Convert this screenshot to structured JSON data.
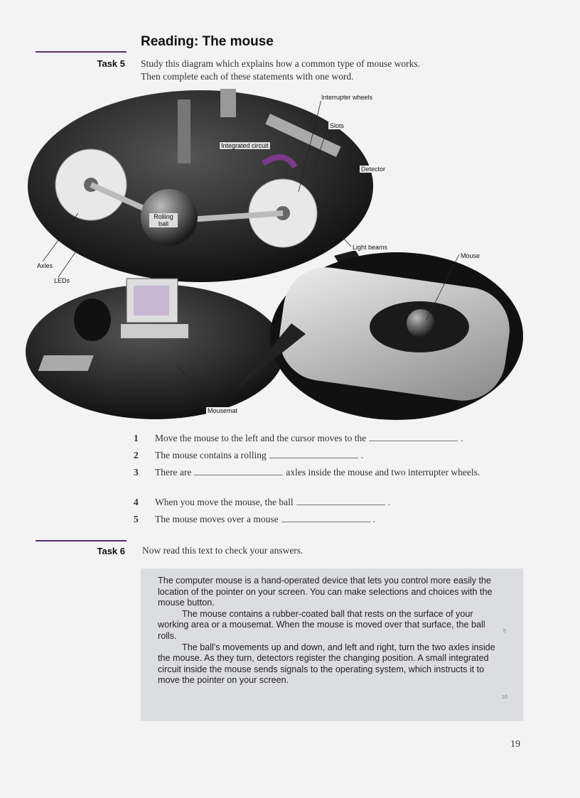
{
  "heading": "Reading: The mouse",
  "task5": {
    "label": "Task 5",
    "instructions": [
      "Study this diagram which explains how a common type of mouse works.",
      "Then complete each of these statements with one word."
    ]
  },
  "diagram_labels": {
    "interrupter_wheels": "Interrupter wheels",
    "slots": "Slots",
    "integrated_circuit": "Integrated circuit",
    "detector": "Detector",
    "rolling_ball": "Rolling ball",
    "light_beams": "Light beams",
    "mouse": "Mouse",
    "axles": "Axles",
    "leds": "LEDs",
    "mousemat": "Mousemat"
  },
  "questions": [
    {
      "n": "1",
      "before": "Move the mouse to the left and the cursor moves to the",
      "after": "."
    },
    {
      "n": "2",
      "before": "The mouse contains a rolling",
      "after": "."
    },
    {
      "n": "3",
      "before": "There are",
      "after": "axles inside the mouse and two interrupter wheels."
    },
    {
      "n": "4",
      "before": "When you move the mouse, the ball",
      "after": "."
    },
    {
      "n": "5",
      "before": "The mouse moves over a mouse",
      "after": "."
    }
  ],
  "task6": {
    "label": "Task 6",
    "instructions": "Now read this text to check your answers."
  },
  "reading_text": {
    "p1": "The computer mouse is a hand-operated device that lets you control more easily the location of the pointer on your screen. You can make selections and choices with the mouse button.",
    "p2": "The mouse contains a rubber-coated ball that rests on the surface of your working area or a mousemat. When the mouse is moved over that surface, the ball rolls.",
    "p3": "The ball's movements up and down, and left and right, turn the two axles inside the mouse. As they turn, detectors register the changing position. A small integrated circuit inside the mouse sends signals to the operating system, which instructs it to move the pointer on your screen.",
    "line_numbers": [
      "5",
      "10"
    ]
  },
  "page_number": "19",
  "colors": {
    "rule": "#5a2a6a",
    "text_box": "#dcdce4",
    "accent_arrow": "#7a3a8a"
  }
}
